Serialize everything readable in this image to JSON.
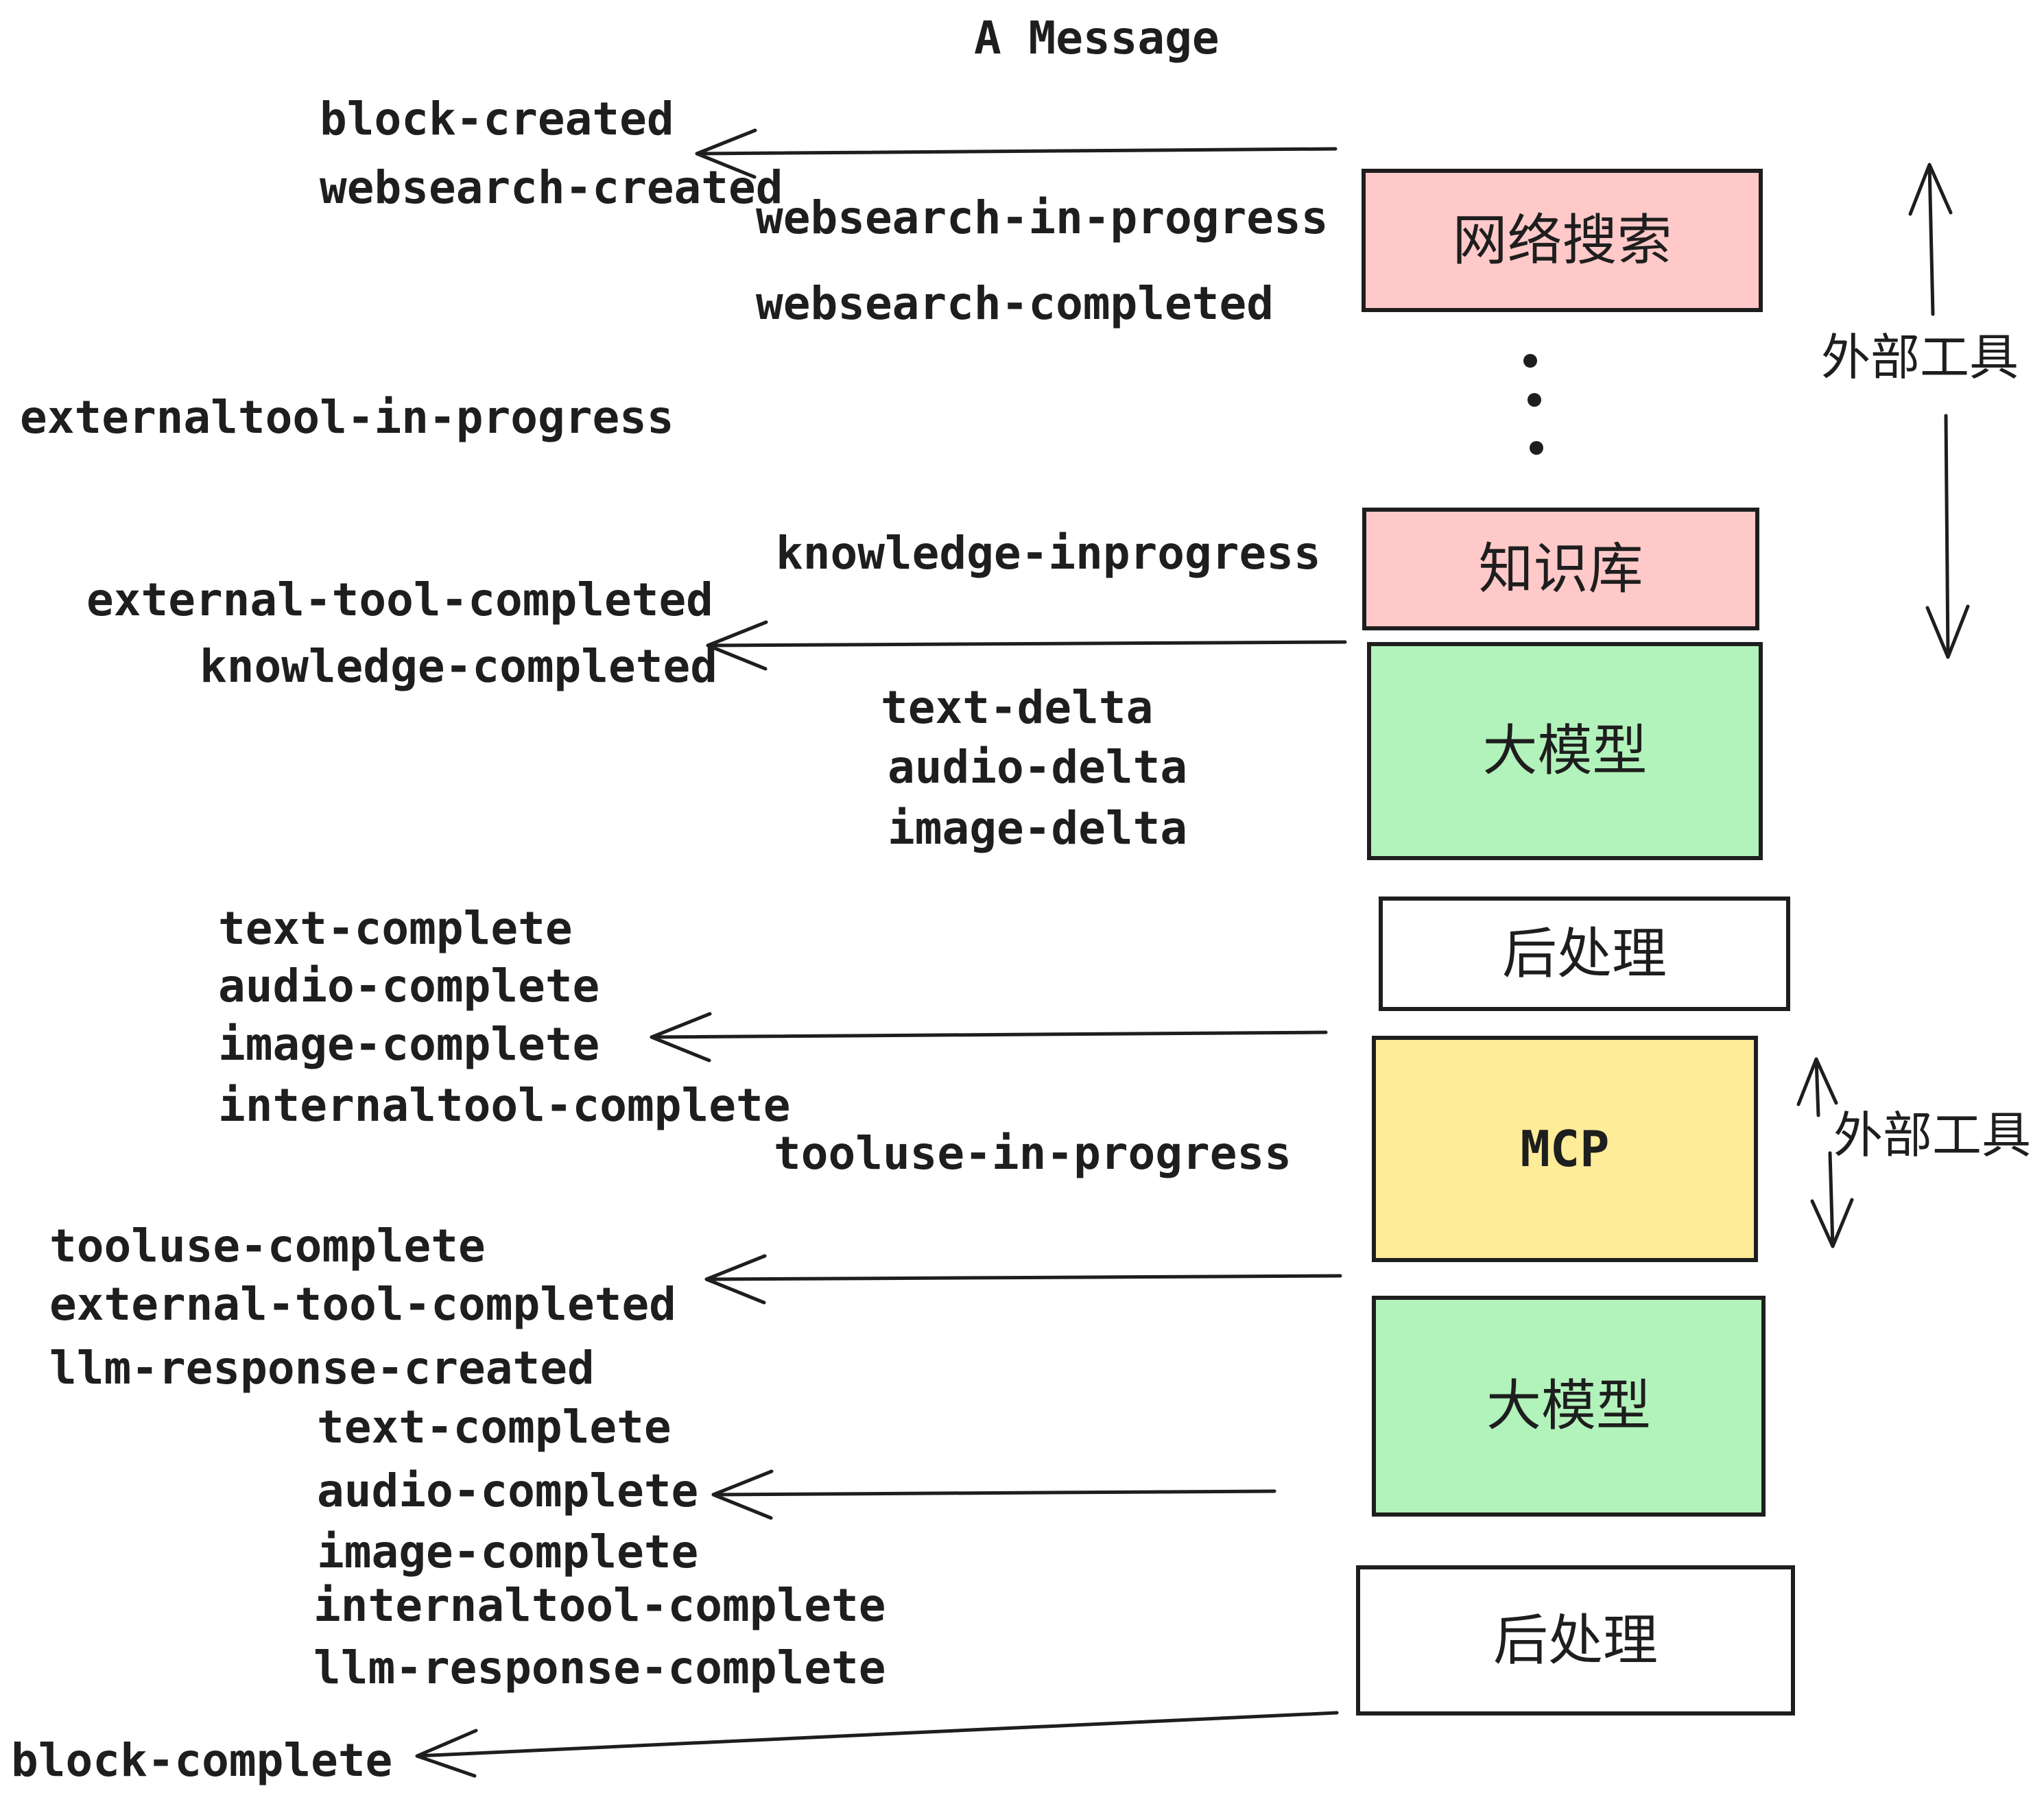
{
  "title": "A Message",
  "palette": {
    "pink": "#FFC9C9",
    "green": "#B2F2BB",
    "yellow": "#FFEC99",
    "white": "#FFFFFF",
    "ink": "#1E1E1E"
  },
  "boxes": [
    {
      "label": "网络搜索",
      "fill": "pink"
    },
    {
      "label": "知识库",
      "fill": "pink"
    },
    {
      "label": "大模型",
      "fill": "green"
    },
    {
      "label": "后处理",
      "fill": "white"
    },
    {
      "label": "MCP",
      "fill": "yellow"
    },
    {
      "label": "大模型",
      "fill": "green"
    },
    {
      "label": "后处理",
      "fill": "white"
    }
  ],
  "side_annotations": [
    {
      "label": "外部工具"
    },
    {
      "label": "外部工具"
    }
  ],
  "events": [
    {
      "label": "block-created"
    },
    {
      "label": "websearch-created"
    },
    {
      "label": "websearch-in-progress"
    },
    {
      "label": "websearch-completed"
    },
    {
      "label": "externaltool-in-progress"
    },
    {
      "label": "knowledge-inprogress"
    },
    {
      "label": "external-tool-completed"
    },
    {
      "label": "knowledge-completed"
    },
    {
      "label": "text-delta"
    },
    {
      "label": "audio-delta"
    },
    {
      "label": "image-delta"
    },
    {
      "label": "text-complete"
    },
    {
      "label": "audio-complete"
    },
    {
      "label": "image-complete"
    },
    {
      "label": "internaltool-complete"
    },
    {
      "label": "tooluse-in-progress"
    },
    {
      "label": "tooluse-complete"
    },
    {
      "label": "external-tool-completed"
    },
    {
      "label": "llm-response-created"
    },
    {
      "label": "text-complete"
    },
    {
      "label": "audio-complete"
    },
    {
      "label": "image-complete"
    },
    {
      "label": "internaltool-complete"
    },
    {
      "label": "llm-response-complete"
    },
    {
      "label": "block-complete"
    }
  ]
}
